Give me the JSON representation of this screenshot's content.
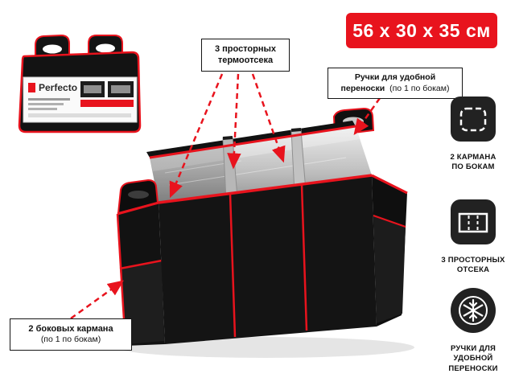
{
  "badge": {
    "text": "56 x 30 x 35 см"
  },
  "folded_product": {
    "brand": "Perfecto"
  },
  "callouts": {
    "compartments": {
      "line1": "3 просторных",
      "line2": "термоотсека"
    },
    "handles": {
      "line1": "Ручки для удобной",
      "line2_bold": "переноски",
      "line2_normal": "(по 1 по бокам)"
    },
    "pockets": {
      "line1": "2 боковых кармана",
      "line2": "(по 1 по бокам)"
    }
  },
  "features": [
    {
      "icon": "side-pockets-icon",
      "label": "2 КАРМАНА\nПО БОКАМ"
    },
    {
      "icon": "compartments-icon",
      "label": "3 ПРОСТОРНЫХ\nОТСЕКА"
    },
    {
      "icon": "snowflake-icon",
      "label": "РУЧКИ ДЛЯ\nУДОБНОЙ\nПЕРЕНОСКИ"
    }
  ],
  "colors": {
    "accent": "#e8131d",
    "dark_fabric": "#141414",
    "icon_bg": "#222222",
    "foil_light": "#e8e8e8",
    "foil_dark": "#969696"
  }
}
